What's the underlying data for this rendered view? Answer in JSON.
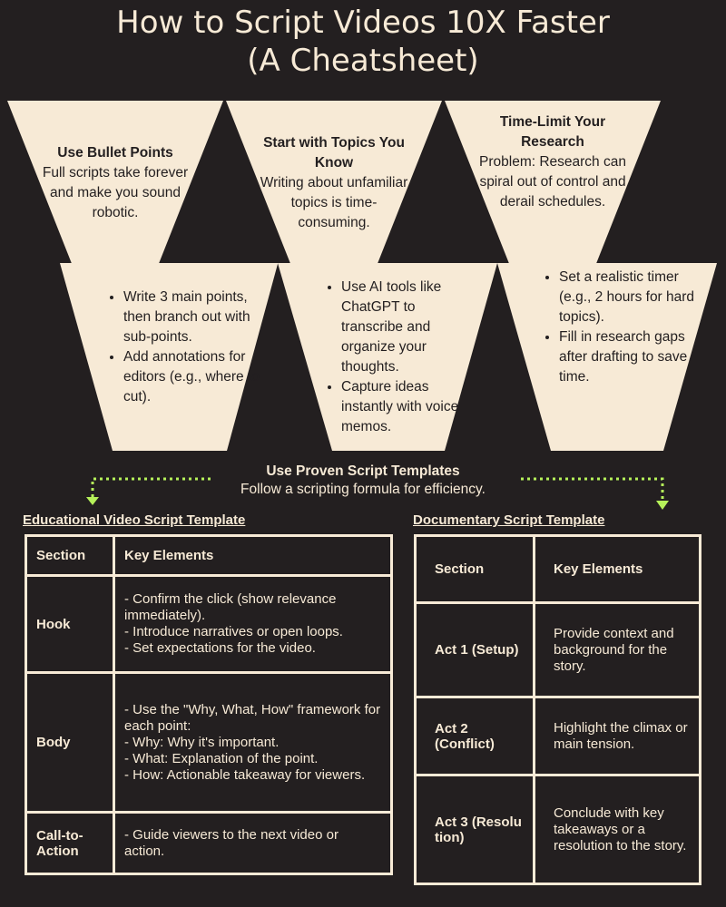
{
  "title": {
    "line1": "How to Script Videos 10X Faster",
    "line2": "(A Cheatsheet)"
  },
  "colors": {
    "background": "#231f20",
    "cream": "#f7ead6",
    "arrow_green": "#b6f25a"
  },
  "tips": [
    {
      "heading": "Use Bullet Points",
      "body": "Full scripts take forever and make you sound robotic.",
      "bullets": [
        "Write 3 main points, then branch out with sub-points.",
        "Add annotations for editors (e.g., where to cut)."
      ]
    },
    {
      "heading": "Start with Topics You Know",
      "body": "Writing about unfamiliar topics is time-consuming.",
      "bullets": [
        "Use AI tools like ChatGPT to transcribe and organize your thoughts.",
        "Capture ideas instantly with voice memos."
      ]
    },
    {
      "heading": "Time-Limit Your Research",
      "body": "Problem: Research can spiral out of control and derail schedules.",
      "bullets": [
        "Set a realistic timer (e.g., 2 hours for hard topics).",
        "Fill in research gaps after drafting to save time."
      ]
    }
  ],
  "templates": {
    "heading": "Use Proven Script Templates",
    "subheading": "Follow a scripting formula for efficiency."
  },
  "educational": {
    "title": "Educational Video Script Template",
    "headers": [
      "Section",
      "Key Elements"
    ],
    "rows": [
      {
        "section": "Hook",
        "elements": [
          "- Confirm the click (show relevance immediately).",
          "- Introduce narratives or open loops.",
          "- Set expectations for the video."
        ]
      },
      {
        "section": "Body",
        "elements": [
          "- Use the \"Why, What, How\" framework for each point:",
          "- Why: Why it's important.",
          "- What: Explanation of the point.",
          "- How: Actionable takeaway for viewers."
        ]
      },
      {
        "section": "Call-to-Action",
        "elements": [
          "- Guide viewers to the next video or action."
        ]
      }
    ]
  },
  "documentary": {
    "title": "Documentary Script Template",
    "headers": [
      "Section",
      "Key Elements"
    ],
    "rows": [
      {
        "section": "Act 1 (Setup)",
        "elements": [
          "Provide context and background for the story."
        ]
      },
      {
        "section": "Act 2 (Conflict)",
        "elements": [
          "Highlight the climax or main tension."
        ]
      },
      {
        "section": "Act 3 (Resolution)",
        "elements": [
          "Conclude with key takeaways or a resolution to the story."
        ]
      }
    ]
  }
}
